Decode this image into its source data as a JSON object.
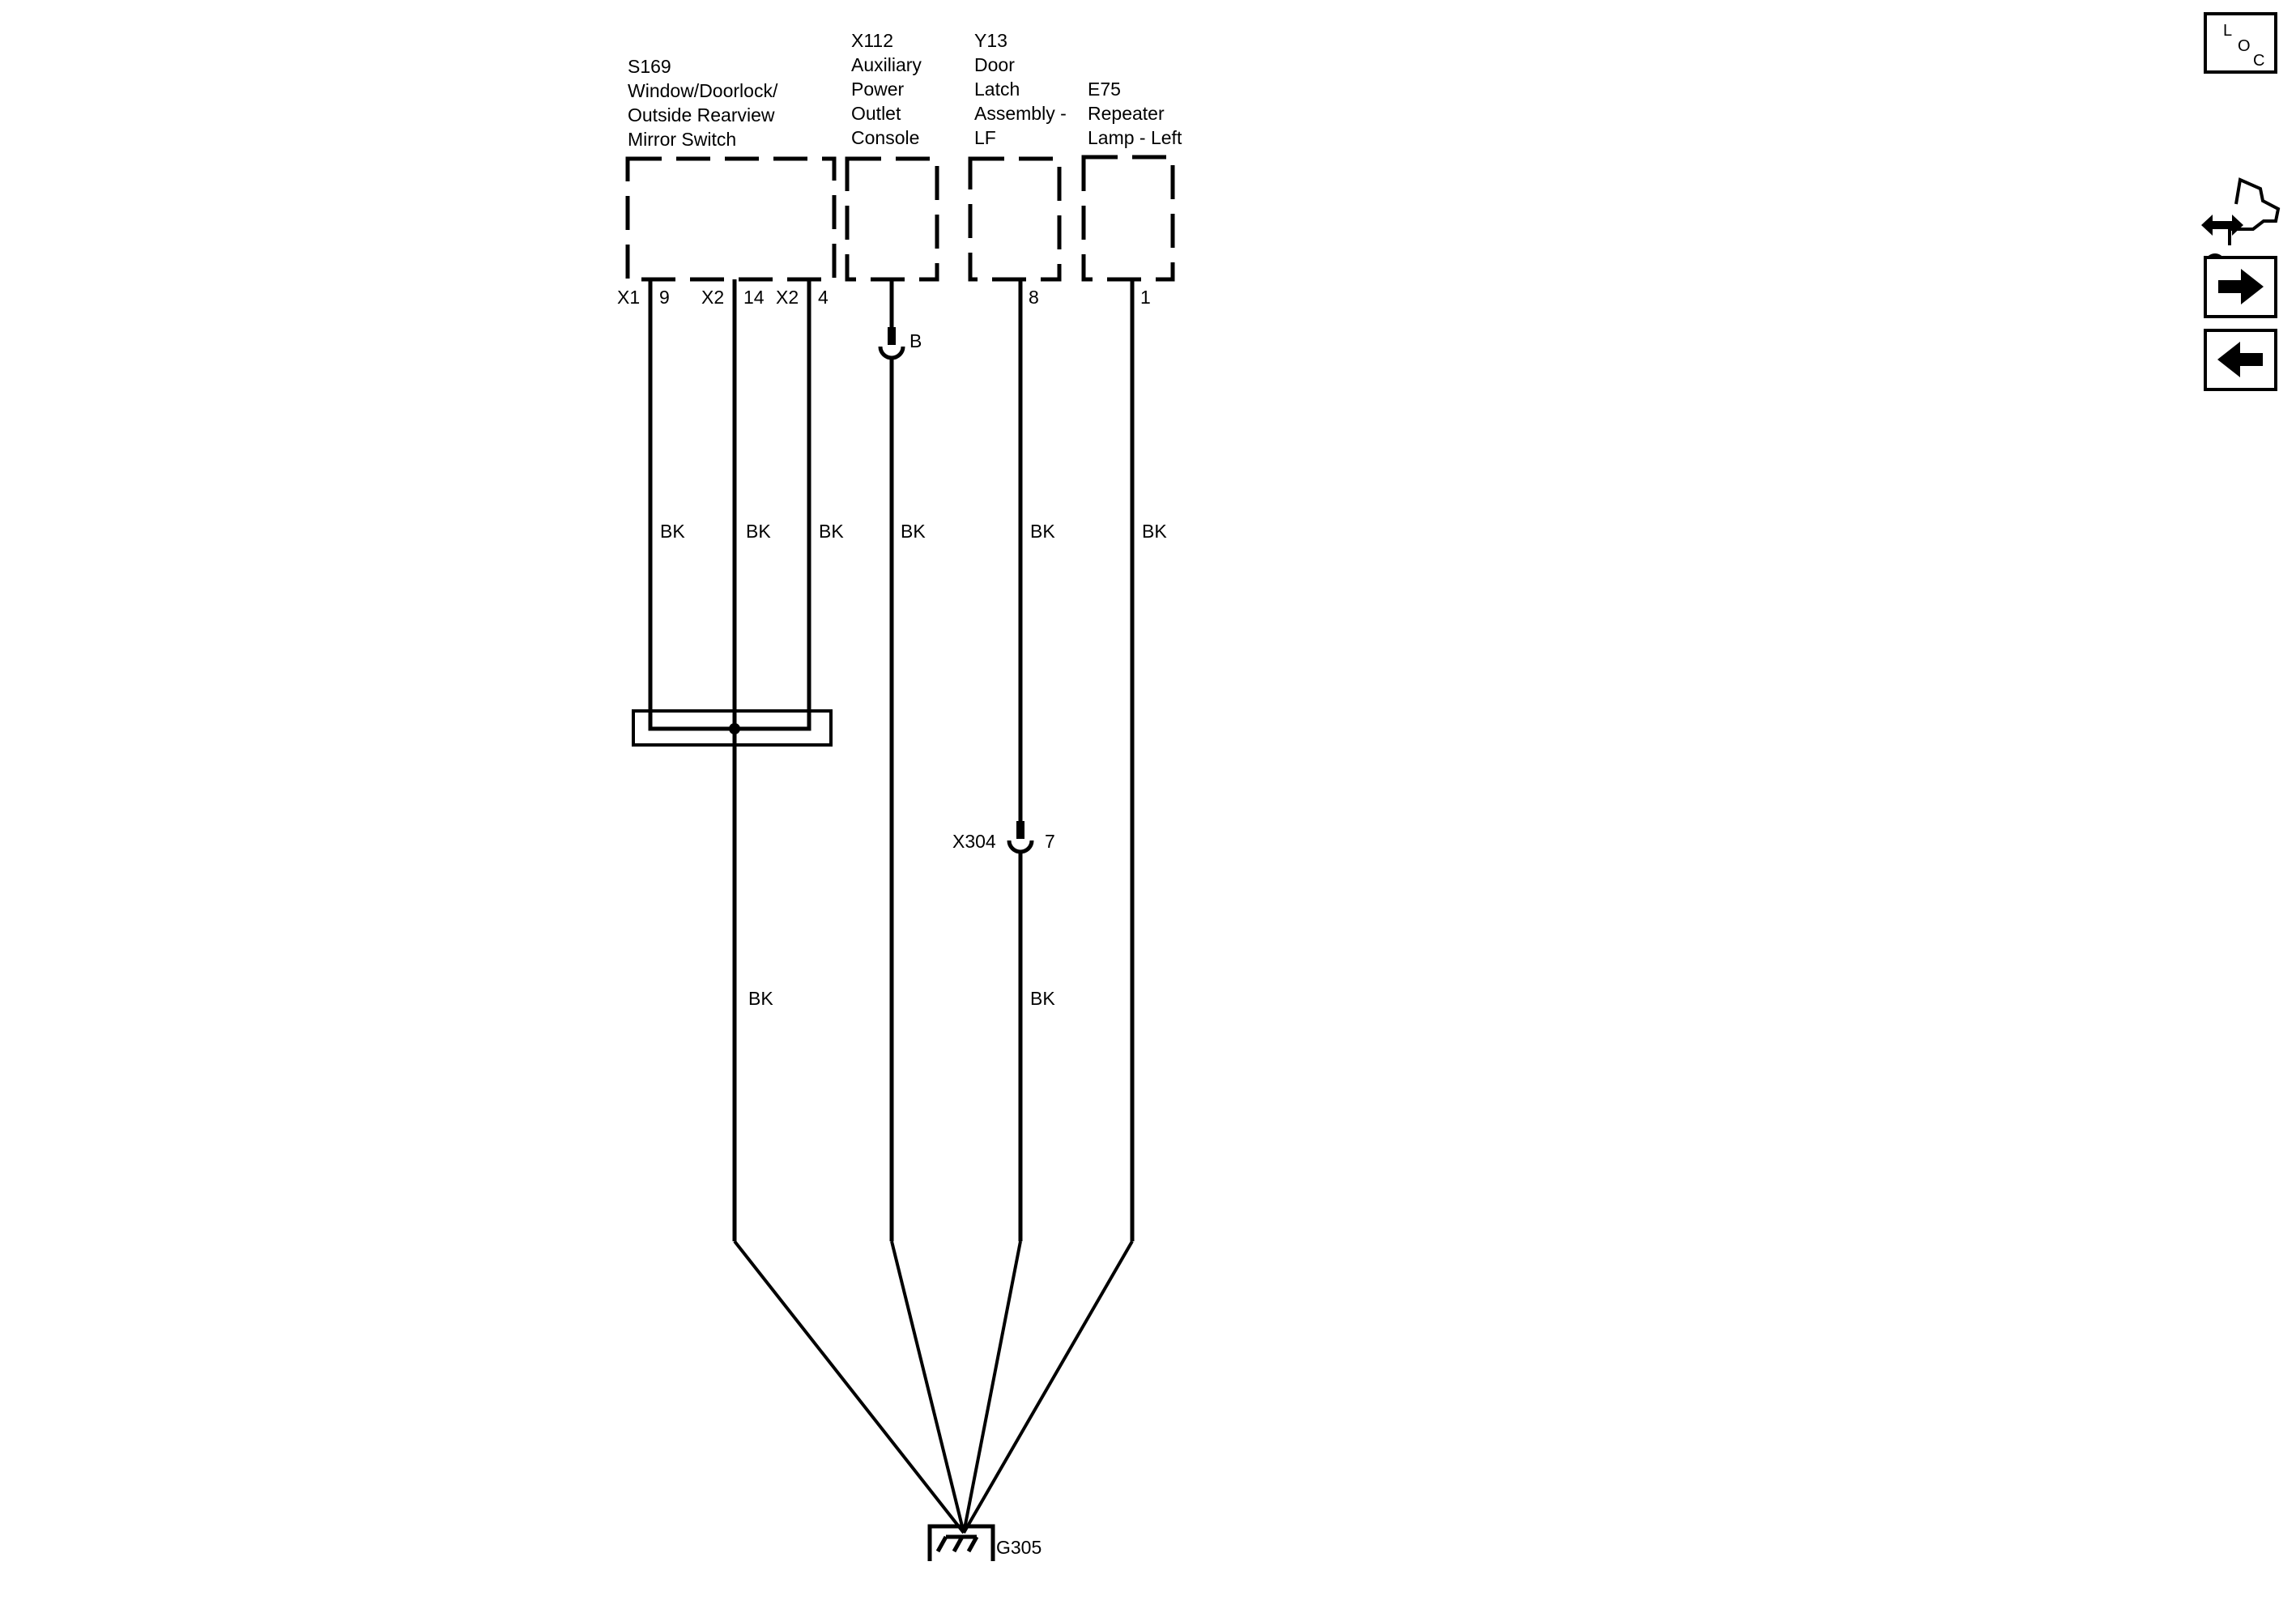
{
  "components": [
    {
      "id": "S169",
      "lines": [
        "S169",
        "Window/Doorlock/",
        "Outside Rearview",
        "Mirror Switch"
      ]
    },
    {
      "id": "X112",
      "lines": [
        "X112",
        "Auxiliary",
        "Power",
        "Outlet",
        "Console"
      ]
    },
    {
      "id": "Y13",
      "lines": [
        "Y13",
        "Door",
        "Latch",
        "Assembly -",
        "LF"
      ]
    },
    {
      "id": "E75",
      "lines": [
        "E75",
        "Repeater",
        "Lamp - Left"
      ]
    }
  ],
  "pins": {
    "s169_conn1": "X1",
    "s169_pin1": "9",
    "s169_conn2": "X2",
    "s169_pin2": "14",
    "s169_conn3": "X2",
    "s169_pin3": "4",
    "y13_pin": "8",
    "e75_pin": "1"
  },
  "connectors": {
    "x112_inline": "B",
    "x304_name": "X304",
    "x304_pin": "7"
  },
  "wires": {
    "upper": [
      "BK",
      "BK",
      "BK",
      "BK",
      "BK",
      "BK"
    ],
    "lower": [
      "BK",
      "BK"
    ]
  },
  "ground": {
    "name": "G305"
  },
  "nav": {
    "loc_letters": [
      "L",
      "O",
      "C"
    ],
    "loc_button": "location-view",
    "connector_button": "connector-end-view",
    "next_button": "next-page",
    "prev_button": "previous-page"
  }
}
